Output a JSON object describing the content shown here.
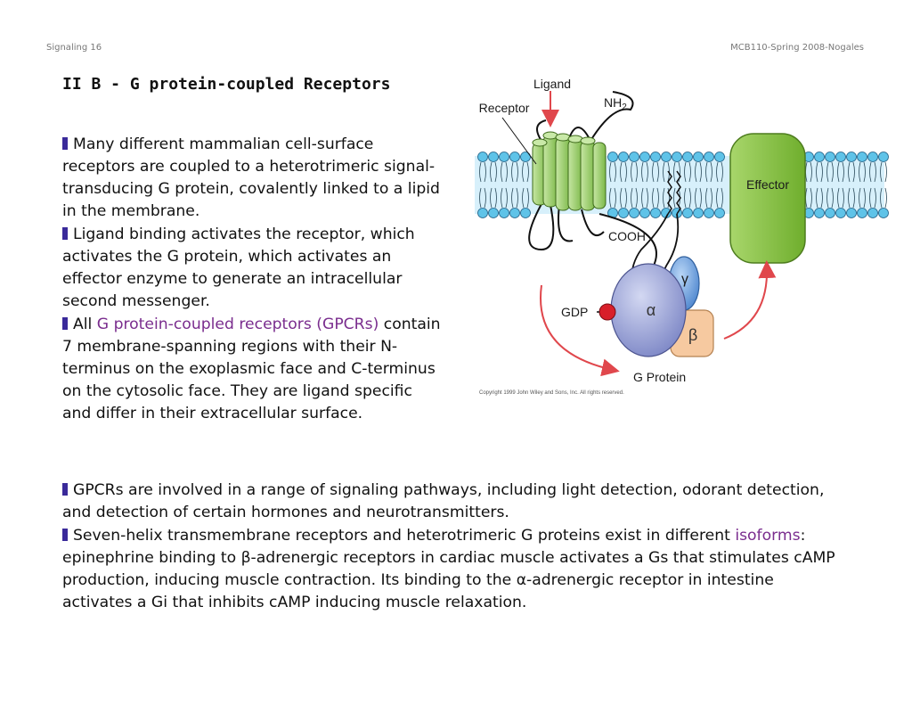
{
  "header": {
    "left": "Signaling 16",
    "right": "MCB110-Spring 2008-Nogales"
  },
  "title": "II B - G protein-coupled Receptors",
  "bullets": {
    "b1": "Many different mammalian cell-surface receptors are coupled to a heterotrimeric signal-transducing G protein, covalently linked to a lipid in the membrane.",
    "b2": "Ligand binding activates the receptor, which activates the G protein, which activates an effector enzyme to generate an intracellular second messenger.",
    "b3_pre": "All ",
    "b3_highlight": "G protein-coupled receptors (GPCRs)",
    "b3_post": " contain 7 membrane-spanning regions with their N-terminus on the exoplasmic face and C-terminus on the cytosolic face. They are ligand specific and differ in their extracellular surface.",
    "b4": "GPCRs are involved in a range of signaling pathways, including light detection, odorant detection, and detection of certain hormones and neurotransmitters.",
    "b5_pre": "Seven-helix transmembrane receptors and heterotrimeric G proteins exist in different ",
    "b5_highlight": "isoforms",
    "b5_mid1": ": epinephrine binding to ",
    "b5_beta": "β",
    "b5_mid2": "-adrenergic receptors in cardiac muscle activates a Gs that stimulates cAMP production, inducing muscle contraction. Its binding to the ",
    "b5_alpha": "α",
    "b5_post": "-adrenergic receptor in intestine activates a Gi that inhibits cAMP inducing muscle relaxation."
  },
  "figure": {
    "ligand": "Ligand",
    "receptor": "Receptor",
    "nh2": "NH",
    "nh2_sub": "2",
    "effector": "Effector",
    "cooh": "COOH",
    "gdp": "GDP",
    "alpha": "α",
    "beta": "β",
    "gamma": "γ",
    "g_protein": "G Protein",
    "copyright": "Copyright 1999 John Wiley and Sons, Inc. All rights reserved."
  },
  "colors": {
    "bullet": "#3a2a9a",
    "highlight": "#7a2d8e",
    "membrane_head": "#5fc3e8",
    "effector": "#8dc63f",
    "receptor_helix": "#9dcf6a",
    "alpha_subunit": "#9aa4d8",
    "beta_subunit": "#f6c9a0",
    "gamma_subunit": "#6fa6e0",
    "gdp": "#d81f2a",
    "arrow": "#e0474c"
  }
}
